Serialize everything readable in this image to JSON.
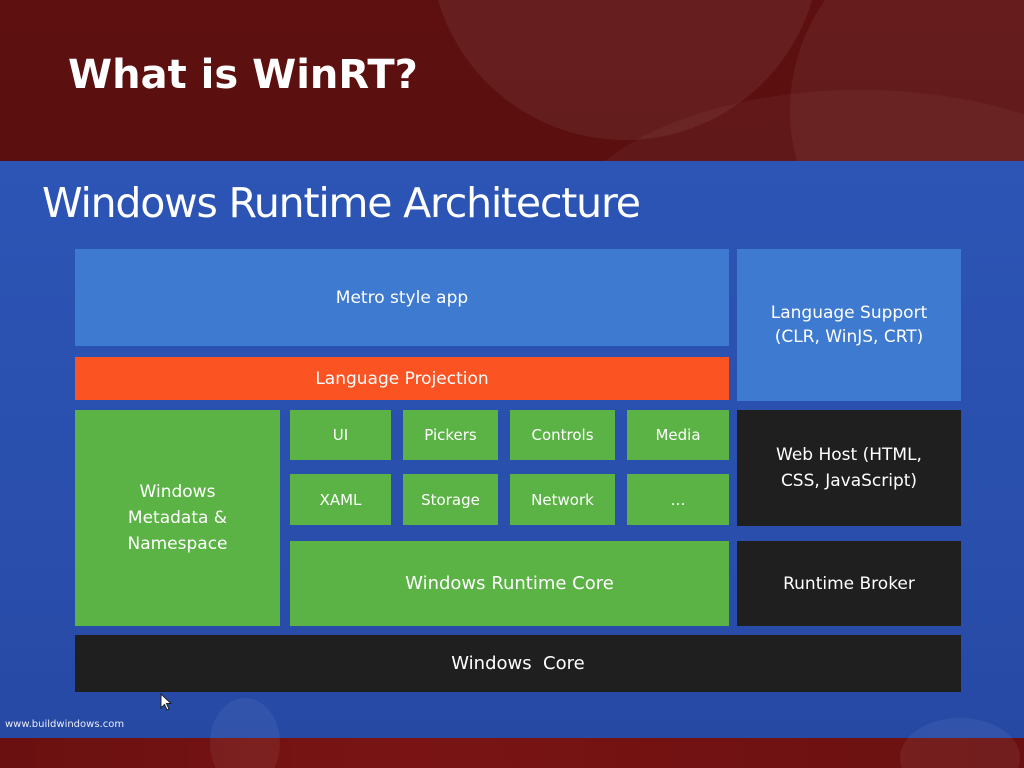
{
  "slide": {
    "title": "What is WinRT?"
  },
  "diagram": {
    "title": "Windows Runtime Architecture",
    "blocks": {
      "metro_app": "Metro style app",
      "language_support": "Language Support\n(CLR, WinJS, CRT)",
      "language_projection": "Language Projection",
      "metadata": "Windows\nMetadata &\nNamespace",
      "ui": "UI",
      "pickers": "Pickers",
      "controls": "Controls",
      "media": "Media",
      "xaml": "XAML",
      "storage": "Storage",
      "network": "Network",
      "more": "…",
      "runtime_core": "Windows Runtime Core",
      "web_host": "Web Host (HTML,\nCSS, JavaScript)",
      "runtime_broker": "Runtime Broker",
      "windows_core": "Windows  Core"
    },
    "footer_url": "www.buildwindows.com"
  },
  "icons": {
    "cursor": "mouse-pointer-icon"
  },
  "colors": {
    "slide_background": "#5a0d0d",
    "diagram_background": "#2c55b5",
    "blue_block": "#3e7ad0",
    "orange_block": "#fb5321",
    "green_block": "#5bb345",
    "dark_block": "#1f1f1f"
  }
}
